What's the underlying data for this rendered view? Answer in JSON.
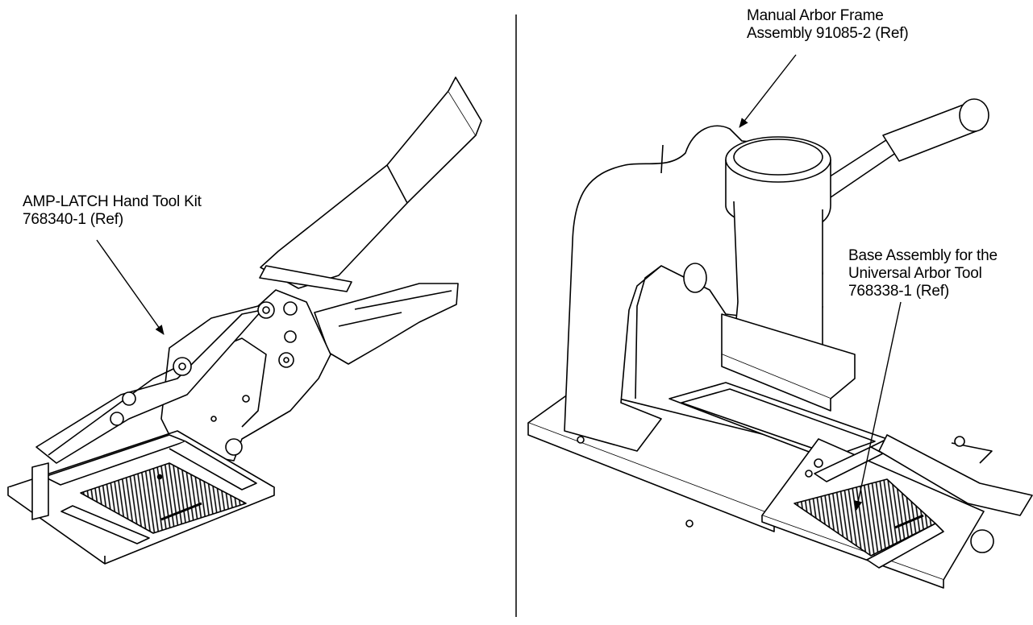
{
  "labels": {
    "hand_tool": {
      "line1": "AMP-LATCH Hand Tool Kit",
      "line2": "768340-1 (Ref)"
    },
    "arbor_frame": {
      "line1": "Manual Arbor Frame",
      "line2": "Assembly 91085-2 (Ref)"
    },
    "base_assembly": {
      "line1": "Base Assembly for the",
      "line2": "Universal Arbor Tool",
      "line3": "768338-1 (Ref)"
    }
  },
  "colors": {
    "line": "#000000",
    "background": "#ffffff"
  }
}
